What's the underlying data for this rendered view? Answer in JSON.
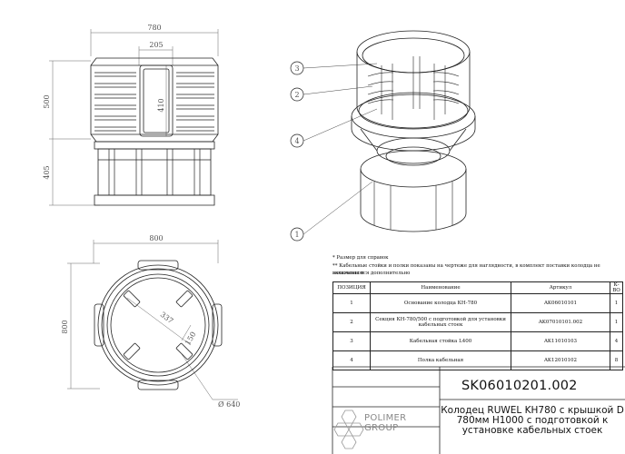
{
  "dimensions": {
    "top_width": "780",
    "window_width": "205",
    "height_section": "500",
    "window_height": "410",
    "height_base": "405",
    "plan_width": "800",
    "plan_height": "800",
    "inner_radius": "337",
    "stand_offset": "150",
    "hole_diameter": "Ø 640"
  },
  "callouts": [
    "3",
    "2",
    "4",
    "1"
  ],
  "notes": {
    "line1": "* Размер для справок",
    "line2": "** Кабельные стойки и полки показаны на чертеже для наглядности, в комплект поставки колодца  не включены и",
    "line3": "заказываются дополнительно"
  },
  "table": {
    "headers": [
      "ПОЗИЦИЯ",
      "Наименование",
      "Артикул",
      "К-ВО"
    ],
    "rows": [
      [
        "1",
        "Основание колодца КН-780",
        "AK06010101",
        "1"
      ],
      [
        "2",
        "Секция КН-780/500 с подготовкой для установки кабельных стоек",
        "AK07010101.002",
        "1"
      ],
      [
        "3",
        "Кабельная стойка L400",
        "AK11010103",
        "4"
      ],
      [
        "4",
        "Полка кабельная",
        "AK12010102",
        "8"
      ]
    ]
  },
  "title_block": {
    "code": "SK06010201.002",
    "description": "Колодец RUWEL KH780 с крышкой D 780мм H1000 с подготовкой к установке кабельных стоек",
    "logo_line1": "POLIMER",
    "logo_line2": "GROUP"
  }
}
